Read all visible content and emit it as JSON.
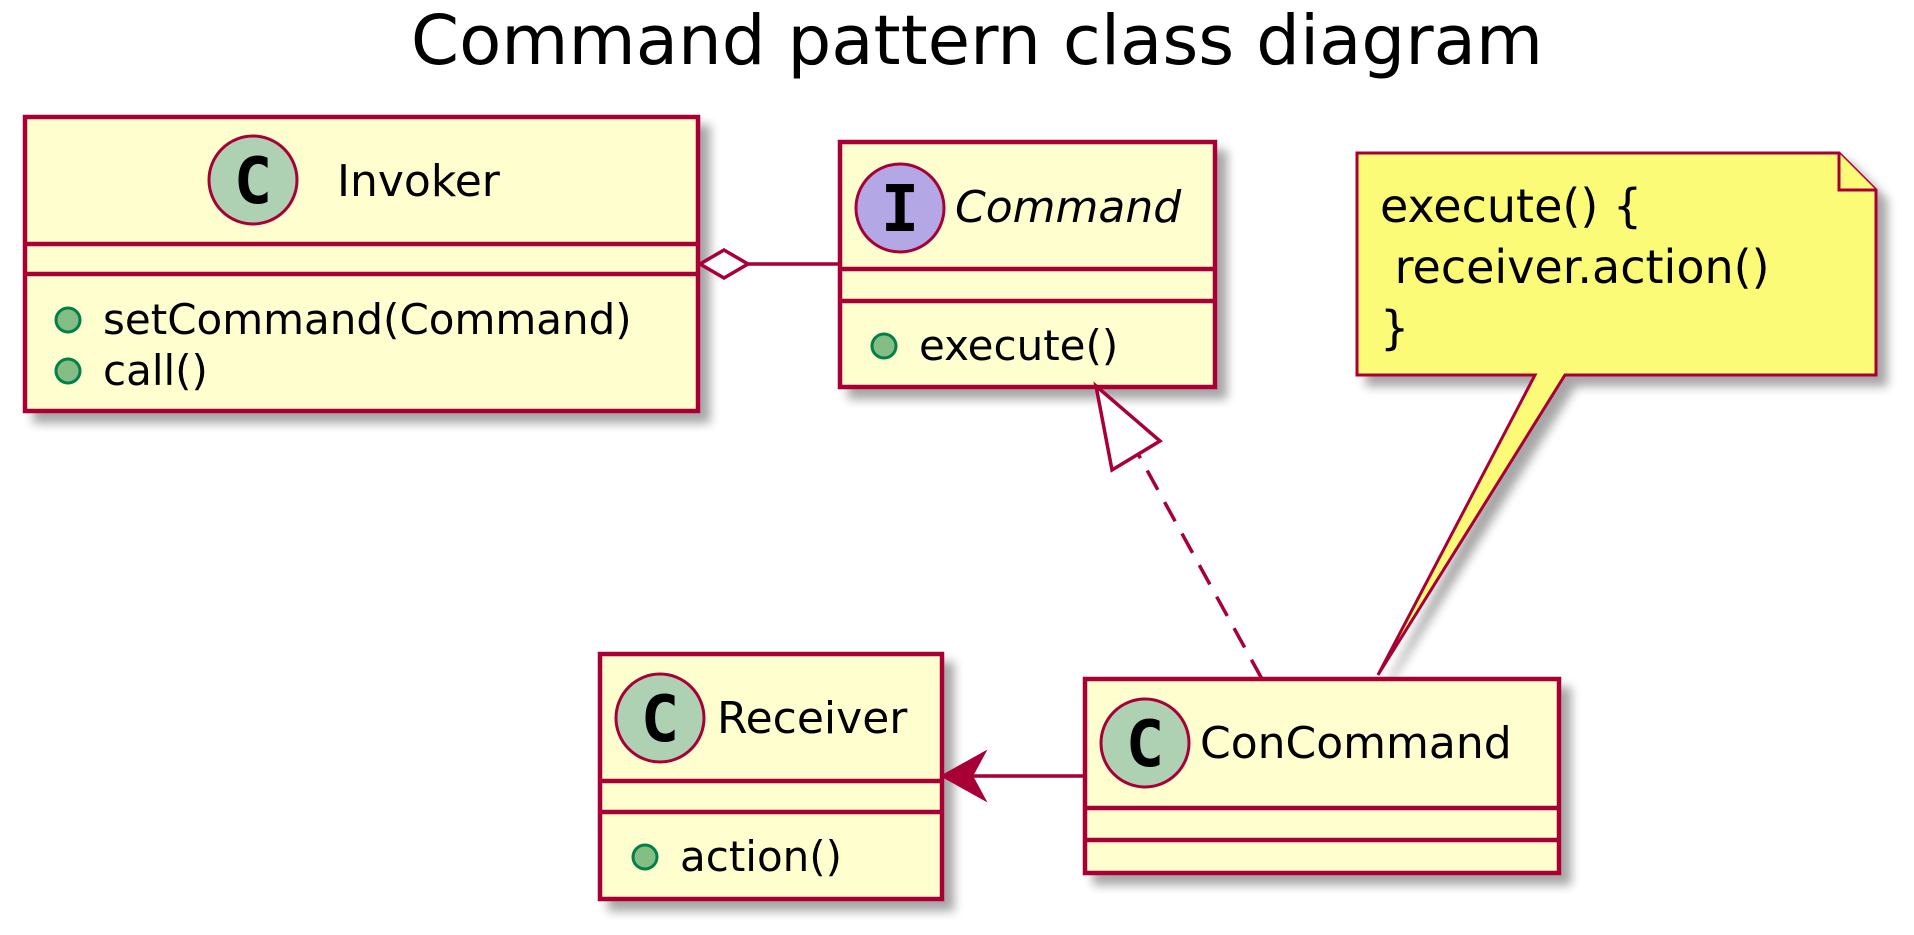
{
  "title": "Command pattern class diagram",
  "colors": {
    "class_fill": "#FEFECE",
    "border": "#A80036",
    "class_badge": "#ADD1B2",
    "interface_badge": "#B4A7E5",
    "note_fill": "#FBFB77",
    "public_marker": "#84BE84"
  },
  "classes": {
    "invoker": {
      "stereotype": "C",
      "name": "Invoker",
      "methods": [
        "setCommand(Command)",
        "call()"
      ]
    },
    "command": {
      "stereotype": "I",
      "name": "Command",
      "methods": [
        "execute()"
      ]
    },
    "receiver": {
      "stereotype": "C",
      "name": "Receiver",
      "methods": [
        "action()"
      ]
    },
    "concommand": {
      "stereotype": "C",
      "name": "ConCommand",
      "methods": []
    }
  },
  "note": {
    "lines": [
      "execute() {",
      " receiver.action()",
      "}"
    ]
  },
  "relations": [
    {
      "from": "Invoker",
      "to": "Command",
      "type": "aggregation"
    },
    {
      "from": "ConCommand",
      "to": "Command",
      "type": "realization"
    },
    {
      "from": "ConCommand",
      "to": "Receiver",
      "type": "association"
    },
    {
      "from": "note",
      "to": "ConCommand",
      "type": "note-link"
    }
  ]
}
